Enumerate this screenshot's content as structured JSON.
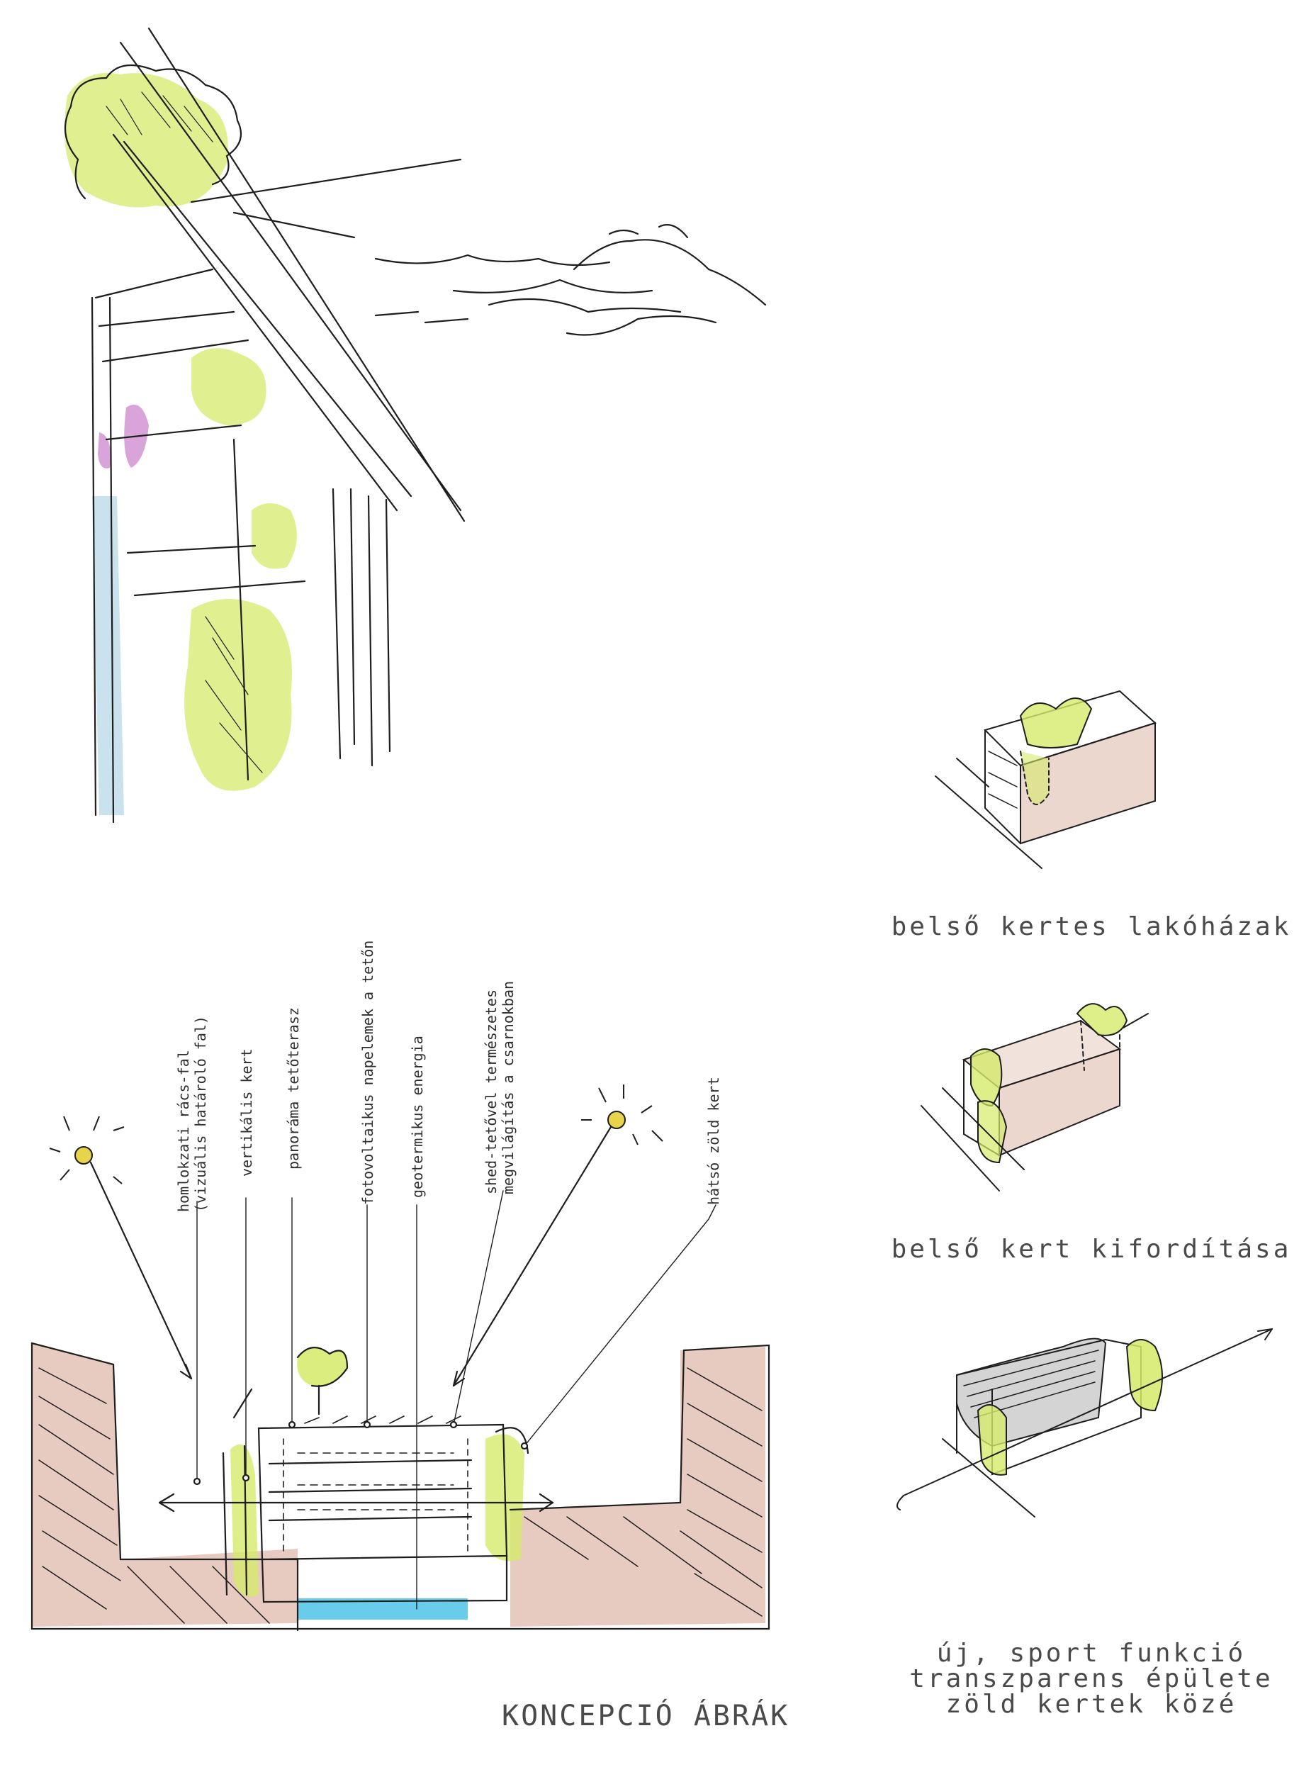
{
  "labels": {
    "facade": "homlokzati rács-fal",
    "facade_sub": "(vizuális határoló fal)",
    "vertical_garden": "vertikális kert",
    "panorama": "panoráma tetőterasz",
    "pv": "fotovoltaikus napelemek a tetőn",
    "geo": "geotermikus energia",
    "shed1": "shed-tetővel természetes",
    "shed2": "megvilágítás a csarnokban",
    "back_garden": "hátsó zöld kert"
  },
  "captions": {
    "c1": "belső kertes lakóházak",
    "c2": "belső kert kifordítása",
    "c3_line1": "új, sport funkció",
    "c3_line2": "transzparens épülete",
    "c3_line3": "zöld kertek közé"
  },
  "title": "KONCEPCIÓ ÁBRÁK",
  "colors": {
    "ink": "#1e1e1e",
    "green": "#d6ea6a",
    "brick": "#c98c73",
    "water": "#4fc3e8",
    "violet": "#c77dc9",
    "sky_blue": "#9fcbe0",
    "sun": "#e8d44a"
  }
}
